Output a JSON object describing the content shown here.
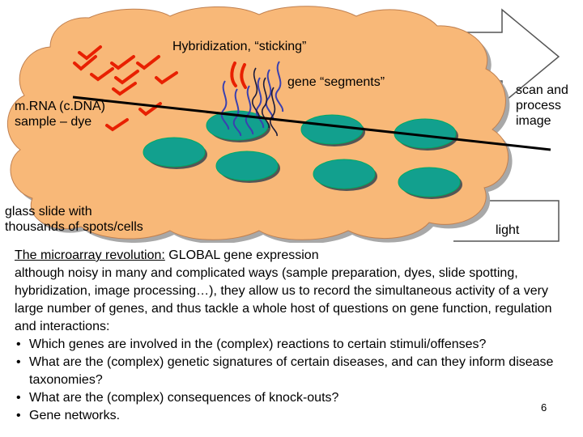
{
  "labels": {
    "hybridization": "Hybridization, “sticking”",
    "gene_segments": "gene “segments”",
    "mrna_line1": "m.RNA (c.DNA)",
    "mrna_line2": "sample – dye",
    "scan_line1": "scan and",
    "scan_line2": "process",
    "scan_line3": "image",
    "glass_line1": "glass slide with",
    "glass_line2": "thousands of spots/cells",
    "light": "light"
  },
  "text": {
    "heading_underlined": "The microarray revolution:",
    "heading_rest": " GLOBAL gene expression",
    "body": "although noisy in many and complicated ways (sample preparation, dyes, slide spotting, hybridization, image processing…), they allow us to record the simultaneous activity of a very large number of genes, and thus tackle a whole host of questions on gene function, regulation and interactions:",
    "bullets": [
      "Which genes are involved in the (complex) reactions to certain stimuli/offenses?",
      "What are the (complex) genetic signatures of certain diseases, and can they inform disease taxonomies?",
      "What are the (complex) consequences of knock-outs?",
      "Gene networks."
    ]
  },
  "page_number": "6",
  "colors": {
    "cloud_fill": "#f8b878",
    "cloud_shadow": "#a8a8a8",
    "spot_fill": "#12a08e",
    "dye_red": "#e82000",
    "probe_blue": "#3a40b0",
    "arrow_fill": "#ffffff"
  }
}
